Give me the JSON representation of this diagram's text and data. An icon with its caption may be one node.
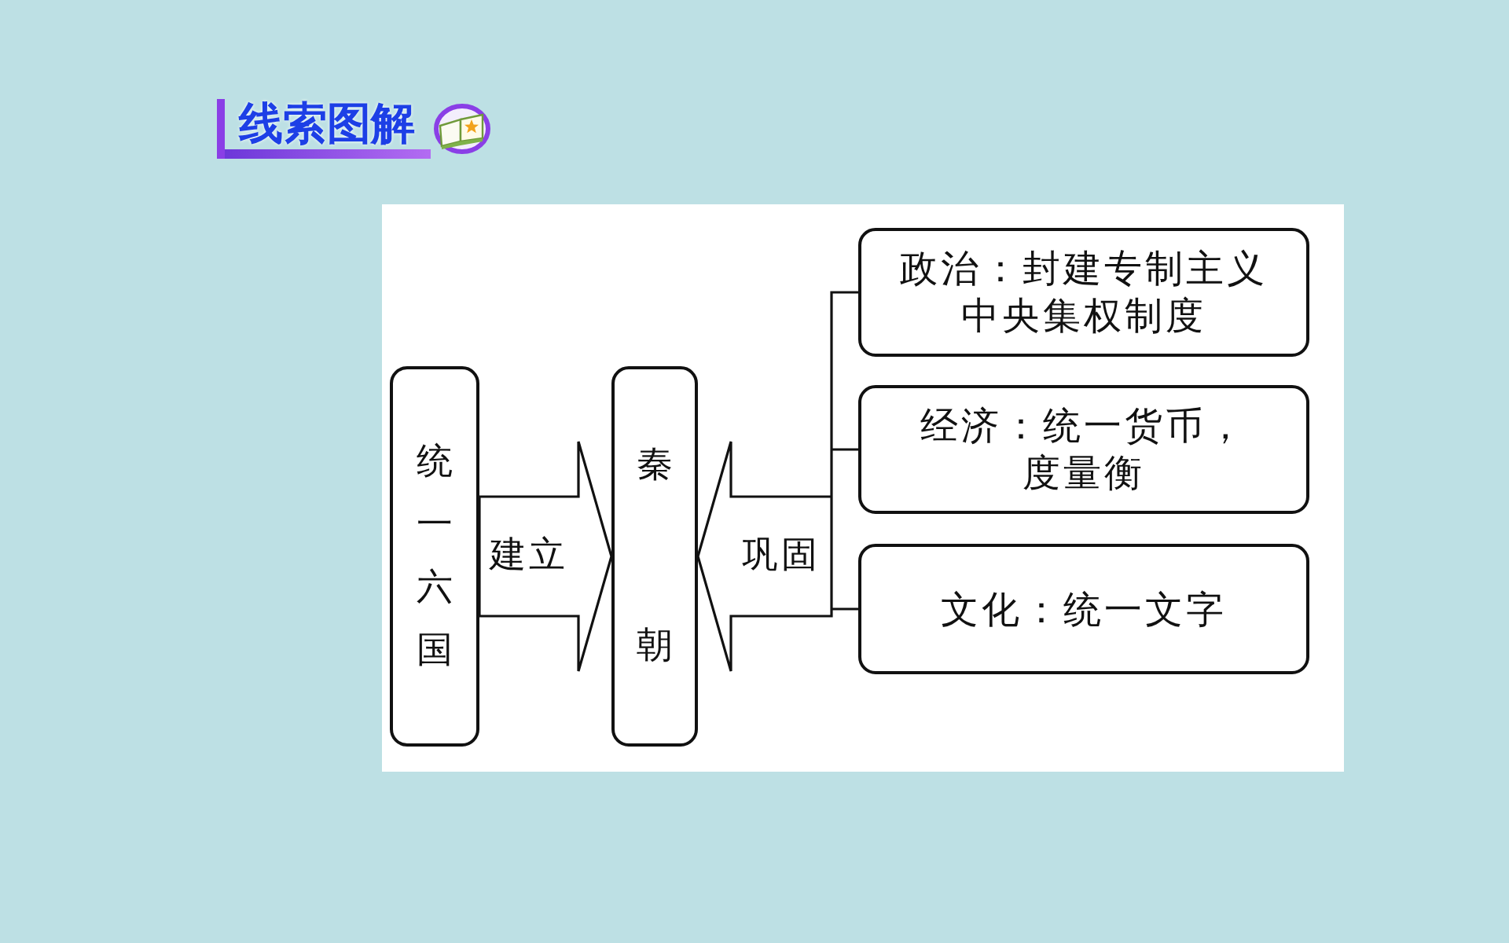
{
  "diagram": {
    "title": "线索图解",
    "nodes": [
      {
        "text": [
          "统一六国"
        ]
      },
      {
        "text": [
          "秦朝"
        ]
      },
      {
        "text": [
          "政治：封建专制主义中央集权制度"
        ]
      },
      {
        "text": [
          "经济：统一货币，度量衡"
        ]
      },
      {
        "text": [
          "文化：统一文字"
        ]
      }
    ],
    "edges": [
      {
        "from": 0,
        "to": 1,
        "arrow": "to",
        "label": "建立"
      },
      {
        "from": 2,
        "to": 1,
        "arrow": "to"
      },
      {
        "from": 3,
        "to": 1,
        "arrow": "to",
        "label": "巩固"
      },
      {
        "from": 4,
        "to": 1,
        "arrow": "to"
      }
    ]
  }
}
